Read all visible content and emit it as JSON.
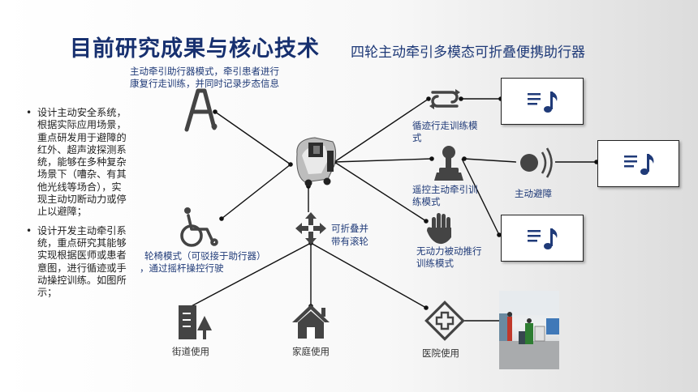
{
  "slide": {
    "title": "目前研究成果与核心技术",
    "subtitle": "四轮主动牵引多模态可折叠便携助行器"
  },
  "bullets": [
    "设计主动安全系统，根据实际应用场景，重点研发用于避障的红外、超声波探测系统，能够在多种复杂场景下（嘈杂、有其他光线等场合），实现主动切断动力或停止以避障；",
    "设计开发主动牵引系统，重点研究其能够实现根据医师或患者意图，进行循迹或手动操控训练。如图所示；"
  ],
  "bullet_marker": "•",
  "labels": {
    "walker_mode_1": "主动牵引助行器模式，牵引患者进行",
    "walker_mode_2": "康复行走训练，并同时记录步态信息",
    "wheelchair_1": "轮椅模式（可驳接于助行器）",
    "wheelchair_2": "，通过摇杆操控行驶",
    "foldable_1": "可折叠并",
    "foldable_2": "带有滚轮",
    "track_1": "循迹行走训练模",
    "track_2": "式",
    "remote_1": "遥控主动牵引训",
    "remote_2": "练模式",
    "avoid": "主动避障",
    "passive_1": "无动力被动推行",
    "passive_2": "训练模式",
    "street": "街道使用",
    "home": "家庭使用",
    "hospital": "医院使用"
  },
  "icons": {
    "walker": "walker-frame-icon",
    "wheelchair": "wheelchair-icon",
    "device": "robotic-walker-photo",
    "fold": "fold-arrows-icon",
    "track": "loop-arrows-icon",
    "joystick": "joystick-icon",
    "sensor": "sound-wave-icon",
    "hand": "hand-icon",
    "street": "building-tree-icon",
    "home": "house-icon",
    "hospital": "medical-cross-icon",
    "media": "music-note-icon"
  },
  "colors": {
    "title": "#17306f",
    "subtitle": "#1f3a78",
    "icon": "#404040",
    "media": "#1f3a78"
  }
}
